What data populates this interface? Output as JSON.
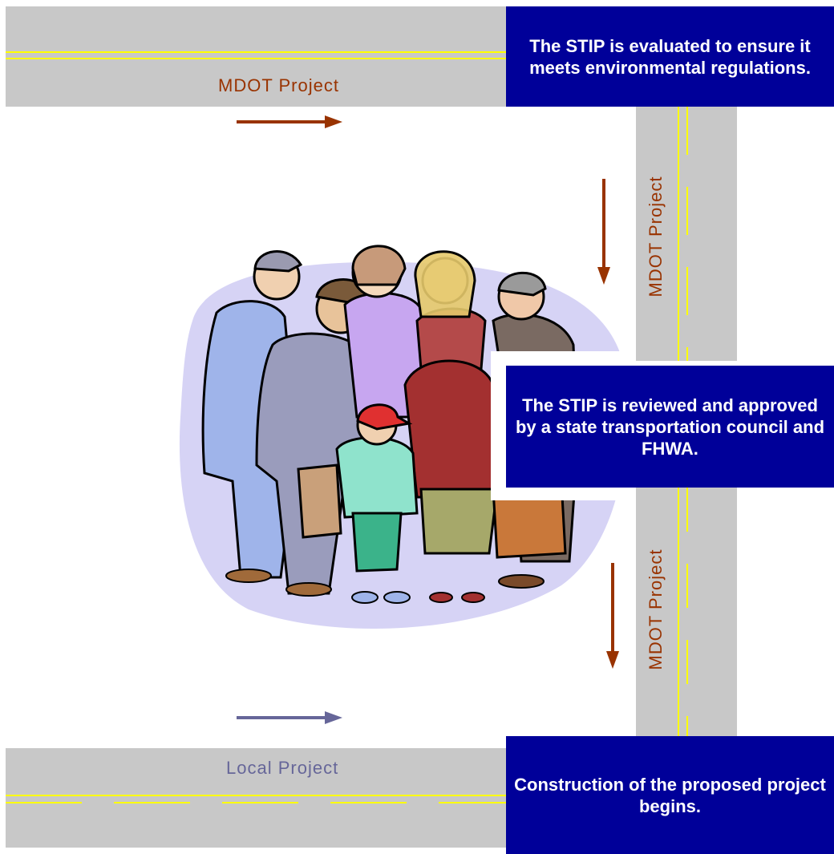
{
  "colors": {
    "road": "#c8c8c8",
    "lane_line": "#ffff00",
    "box_bg": "#000099",
    "box_text": "#ffffff",
    "mdot_label": "#993300",
    "local_label": "#666699",
    "mdot_arrow": "#993300",
    "local_arrow": "#666699"
  },
  "roads": {
    "top_label": "MDOT Project",
    "vertical_upper_label": "MDOT Project",
    "vertical_lower_label": "MDOT Project",
    "bottom_label": "Local Project"
  },
  "steps": [
    {
      "text": "The STIP is evaluated to ensure it meets environmental regulations."
    },
    {
      "text": "The STIP is reviewed and approved by a state transportation council and FHWA."
    },
    {
      "text": "Construction of the proposed project begins."
    }
  ],
  "illustration": {
    "icon": "people-group-clipart"
  }
}
